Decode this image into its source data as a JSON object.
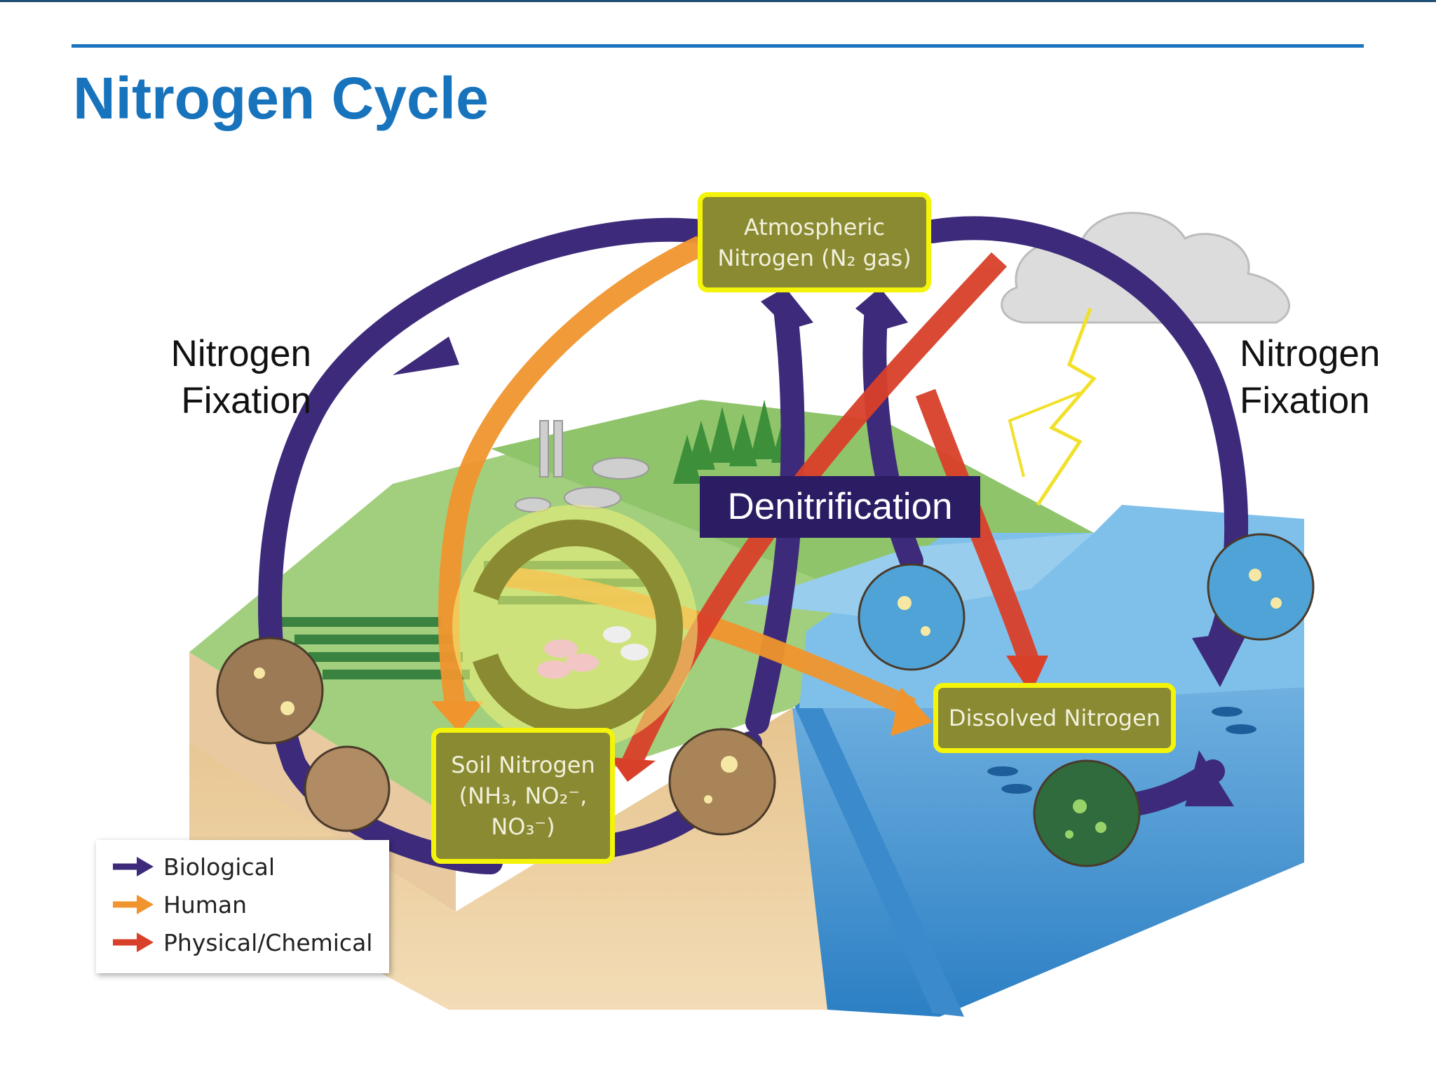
{
  "title": "Nitrogen Cycle",
  "labels": {
    "fixation_left": [
      "Nitrogen",
      "Fixation"
    ],
    "fixation_right": [
      "Nitrogen",
      "Fixation"
    ],
    "denitrification": "Denitrification"
  },
  "pools": {
    "atmospheric": [
      "Atmospheric",
      "Nitrogen (N₂ gas)"
    ],
    "soil": [
      "Soil Nitrogen",
      "(NH₃, NO₂⁻,",
      "NO₃⁻)"
    ],
    "dissolved": "Dissolved Nitrogen"
  },
  "legend": [
    {
      "label": "Biological",
      "color": "#3d2a7a"
    },
    {
      "label": "Human",
      "color": "#f0952e"
    },
    {
      "label": "Physical/Chemical",
      "color": "#d9402a"
    }
  ],
  "colors": {
    "title": "#1873bd",
    "rule": "#1c74bd",
    "biological": "#3d2a7a",
    "human": "#f0952e",
    "physical": "#d9402a",
    "pool_fill": "#8a8a32",
    "pool_border": "#f4f40a",
    "denit_bg": "#2b1c64"
  }
}
